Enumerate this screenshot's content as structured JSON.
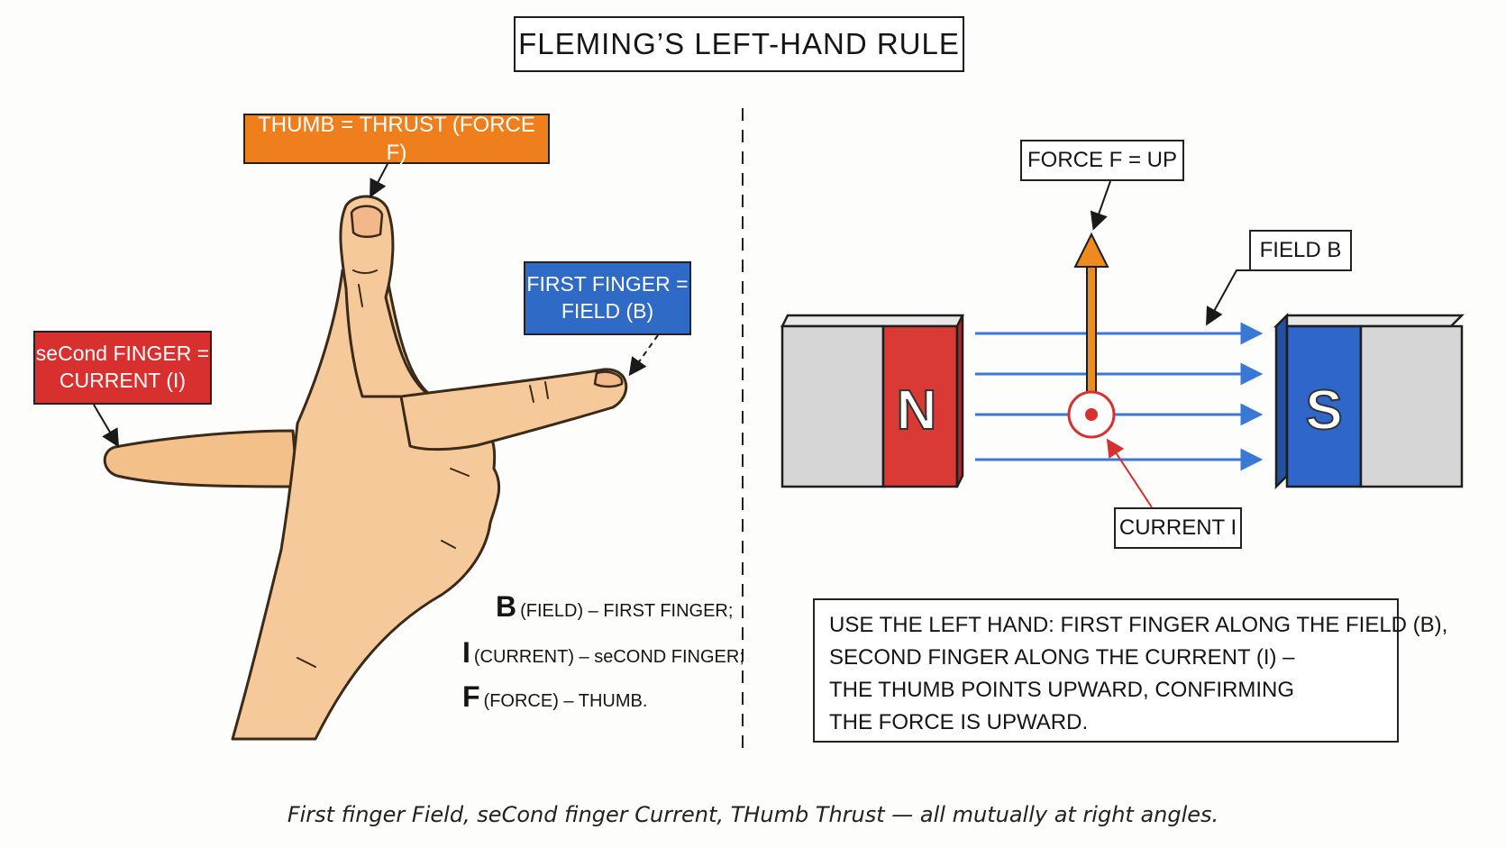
{
  "title": "FLEMING’S LEFT-HAND RULE",
  "hand_labels": {
    "thumb": "THUMB = THRUST (FORCE F)",
    "first_finger_line1": "FIRST FINGER =",
    "first_finger_line2": "FIELD (B)",
    "second_finger_line1": "seCond FINGER =",
    "second_finger_line2": "CURRENT (I)"
  },
  "legend": [
    {
      "symbol": "B",
      "text": "(FIELD) – FIRST FINGER;"
    },
    {
      "symbol": "I",
      "text": "(CURRENT) – seCOND FINGER;"
    },
    {
      "symbol": "F",
      "text": "(FORCE) – THUMB."
    }
  ],
  "field_diagram": {
    "force_label": "FORCE F = UP",
    "field_label": "FIELD B",
    "current_label": "CURRENT I",
    "north_pole": "N",
    "south_pole": "S"
  },
  "summary_lines": [
    "USE THE LEFT HAND: FIRST FINGER ALONG THE FIELD (B),",
    "SECOND FINGER ALONG THE CURRENT (I) –",
    "THE THUMB POINTS UPWARD, CONFIRMING",
    "THE FORCE IS UPWARD."
  ],
  "caption": "First finger Field, seCond finger Current, THumb Thrust — all mutually at right angles.",
  "colors": {
    "thumb_label": "#ef7f1c",
    "field_label": "#2f6bc6",
    "current_label": "#d7302f",
    "skin": "#f6c99a",
    "field_lines": "#3a78d6",
    "force_arrow": "#ef8a1e",
    "north_magnet": "#d93a36",
    "south_magnet": "#2f66c9",
    "magnet_body": "#d6d6d6"
  }
}
